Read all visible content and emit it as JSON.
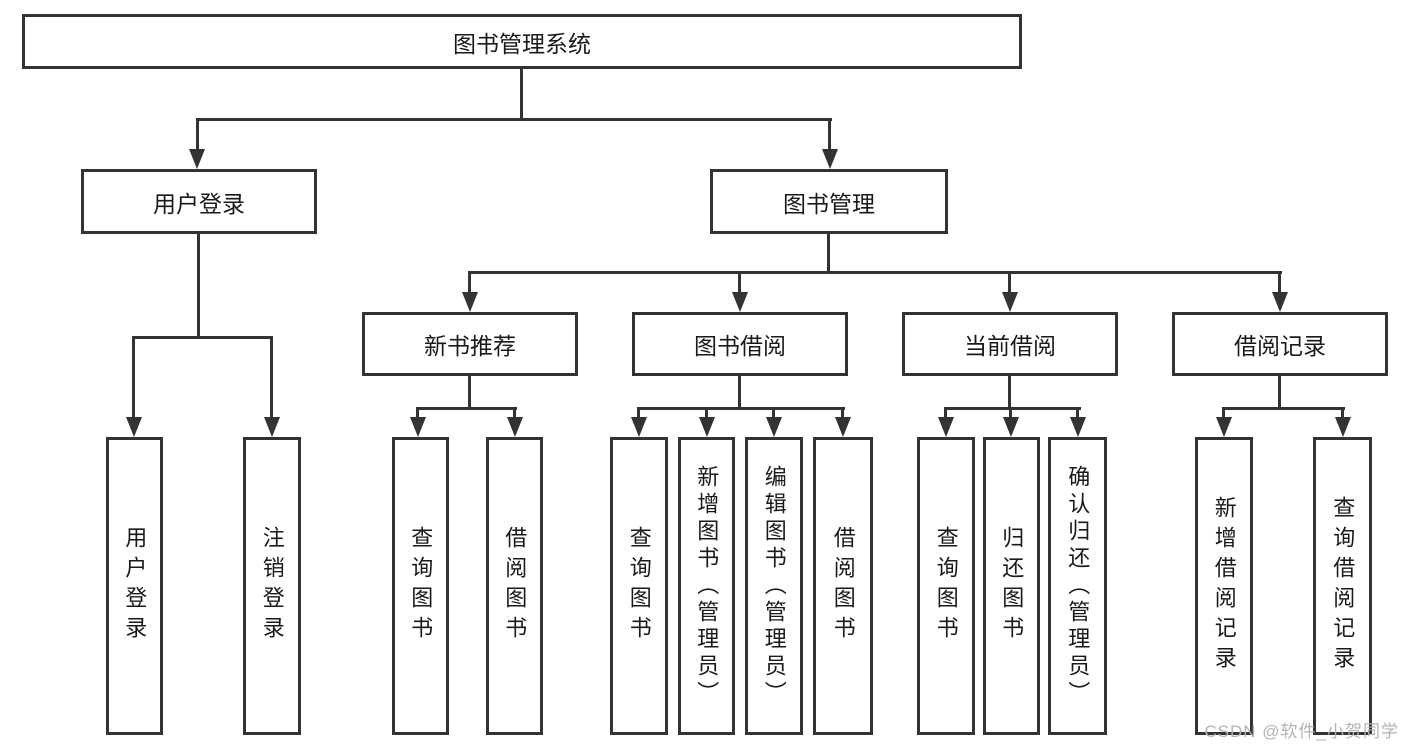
{
  "diagram_title": "图书管理系统",
  "watermark": "CSDN @软件_小贺同学",
  "colors": {
    "line": "#333333",
    "text": "#1a1a1a",
    "watermark": "#b3b3b3",
    "background": "#ffffff"
  },
  "tree": {
    "label": "图书管理系统",
    "children": [
      {
        "label": "用户登录",
        "children": [
          {
            "label": "用户登录"
          },
          {
            "label": "注销登录"
          }
        ]
      },
      {
        "label": "图书管理",
        "children": [
          {
            "label": "新书推荐",
            "children": [
              {
                "label": "查询图书"
              },
              {
                "label": "借阅图书"
              }
            ]
          },
          {
            "label": "图书借阅",
            "children": [
              {
                "label": "查询图书"
              },
              {
                "label": "新增图书（管理员）"
              },
              {
                "label": "编辑图书（管理员）"
              },
              {
                "label": "借阅图书"
              }
            ]
          },
          {
            "label": "当前借阅",
            "children": [
              {
                "label": "查询图书"
              },
              {
                "label": "归还图书"
              },
              {
                "label": "确认归还（管理员）"
              }
            ]
          },
          {
            "label": "借阅记录",
            "children": [
              {
                "label": "新增借阅记录"
              },
              {
                "label": "查询借阅记录"
              }
            ]
          }
        ]
      }
    ]
  }
}
